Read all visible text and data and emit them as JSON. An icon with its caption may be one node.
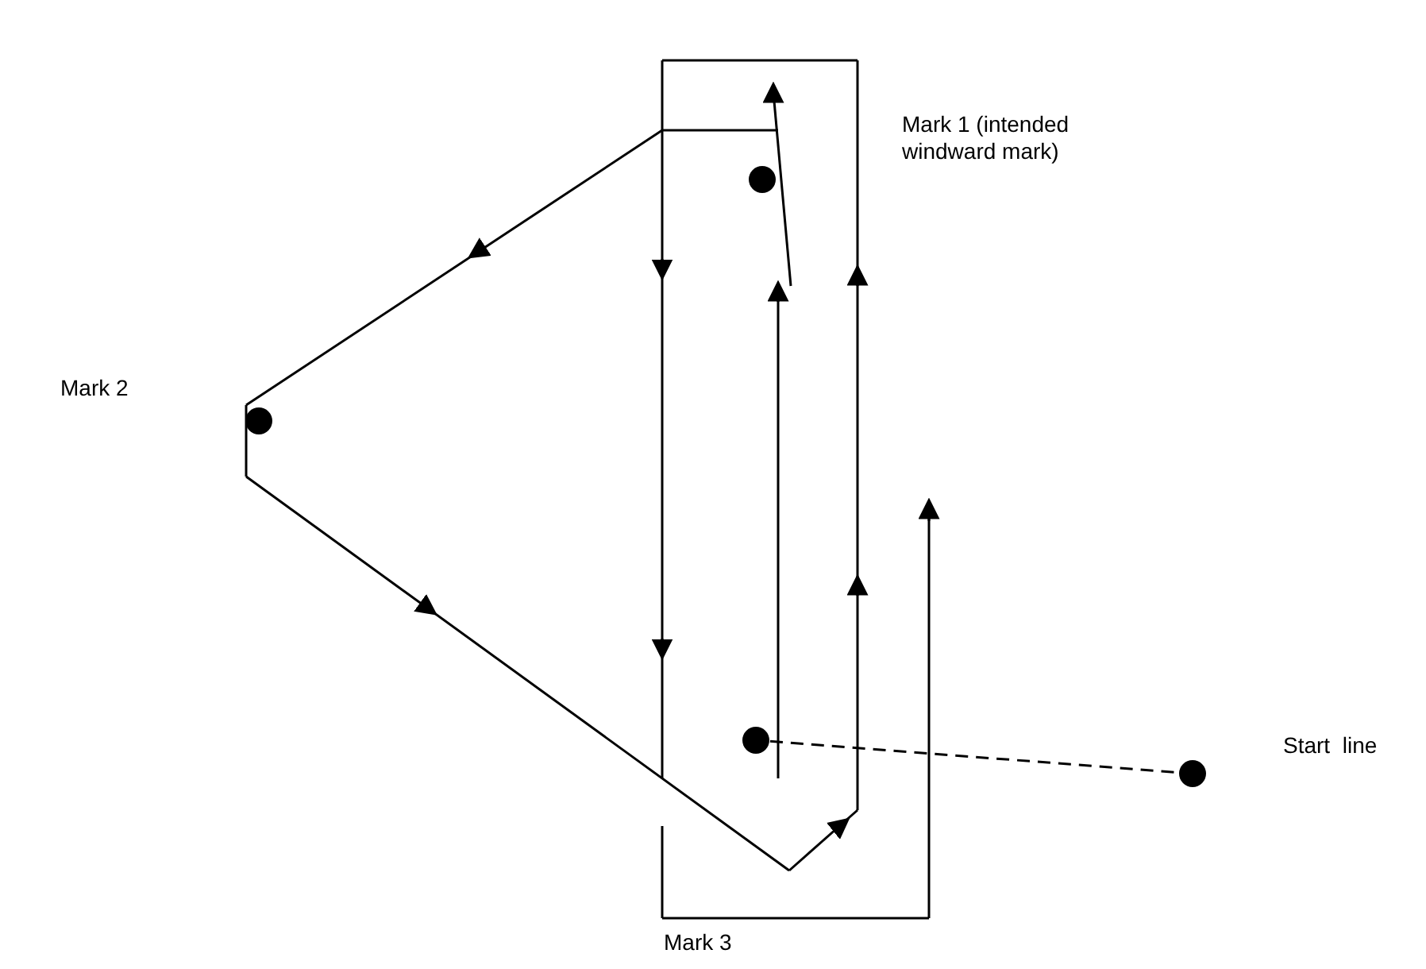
{
  "diagram": {
    "nodes": [
      {
        "text": [],
        "shape": "circle"
      },
      {
        "text": [],
        "shape": "circle"
      },
      {
        "text": [],
        "shape": "circle"
      },
      {
        "text": [],
        "shape": "circle"
      }
    ],
    "edges": [
      {
        "from": 2,
        "to": 3,
        "arrow": "none",
        "style": "dashed"
      }
    ],
    "labels": [
      "Mark 1 (intended windward mark)",
      "Mark 2",
      "Start  line",
      "Mark 3"
    ]
  }
}
